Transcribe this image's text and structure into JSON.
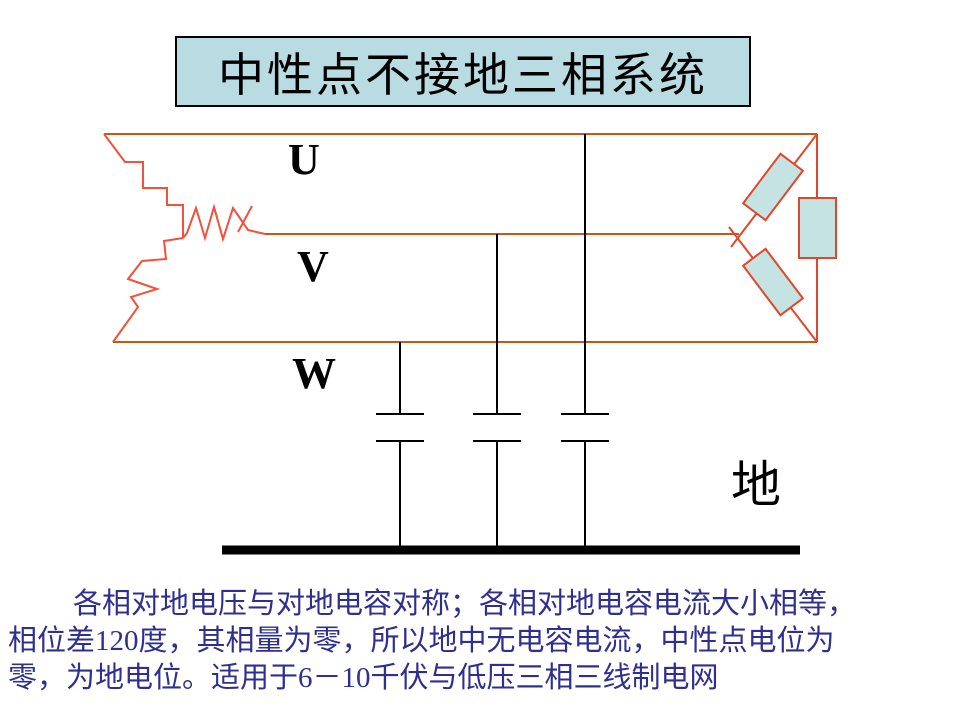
{
  "slide": {
    "title": "中性点不接地三相系统",
    "phases": {
      "u": "U",
      "v": "V",
      "w": "W"
    },
    "ground_label": "地",
    "description_lines": [
      "各相对地电压与对地电容对称；各相对地电容电流大小相等，",
      "相位差120度，其相量为零，所以地中无电容电流，中性点电位为",
      "零，为地电位。适用于6－10千伏与低压三相三线制电网"
    ]
  },
  "colors": {
    "title_bg": "#b9dce2",
    "title_border": "#000000",
    "phase_line": "#c45a12",
    "feeder_line": "#e0472a",
    "winding": "#f4503a",
    "load_fill": "#c6e3e4",
    "load_border": "#e0472a",
    "capacitor": "#000000",
    "ground_bar": "#000000",
    "text_blue": "#2f2f90"
  }
}
